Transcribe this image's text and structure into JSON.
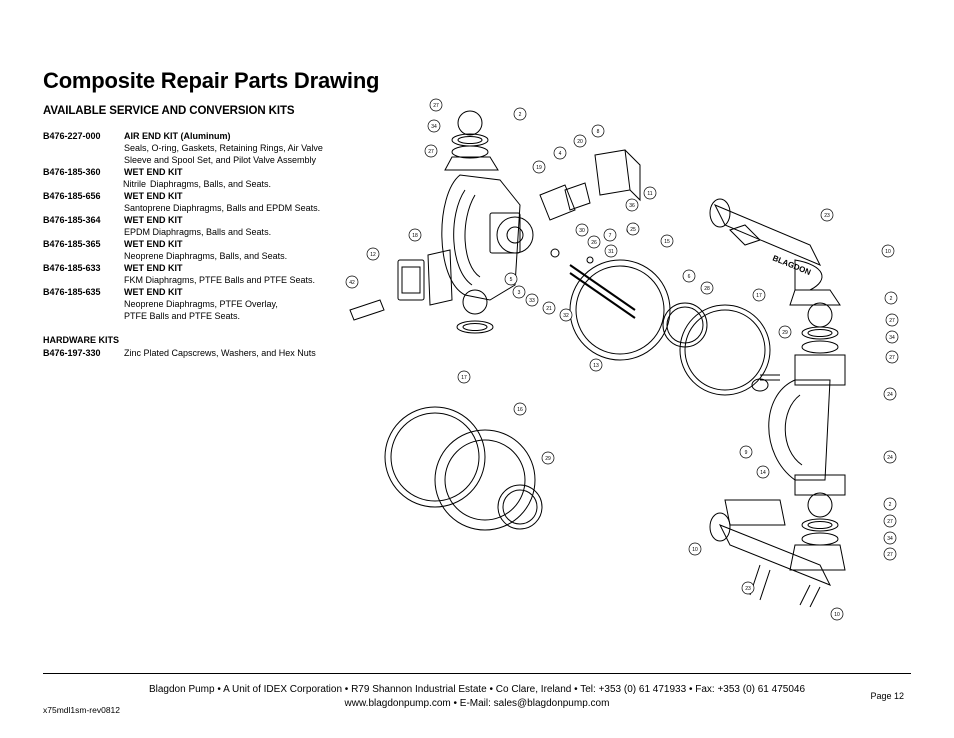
{
  "title": "Composite Repair Parts Drawing",
  "kits_heading": "AVAILABLE SERVICE AND CONVERSION KITS",
  "kits": [
    {
      "code": "B476-227-000",
      "name": "AIR END KIT (Aluminum)",
      "lines": [
        "Seals, O-ring, Gaskets, Retaining Rings, Air Valve",
        "Sleeve and Spool Set, and Pilot Valve Assembly"
      ]
    },
    {
      "code": "B476-185-360",
      "name": "WET END KIT",
      "prefix": "Nitrile",
      "lines": [
        "Diaphragms, Balls, and Seats."
      ]
    },
    {
      "code": "B476-185-656",
      "name": "WET END KIT",
      "lines": [
        "Santoprene Diaphragms, Balls and EPDM Seats."
      ]
    },
    {
      "code": "B476-185-364",
      "name": "WET END KIT",
      "lines": [
        "EPDM Diaphragms, Balls and Seats."
      ]
    },
    {
      "code": "B476-185-365",
      "name": "WET END KIT",
      "lines": [
        "Neoprene Diaphragms, Balls, and Seats."
      ]
    },
    {
      "code": "B476-185-633",
      "name": "WET END KIT",
      "lines": [
        "FKM  Diaphragms, PTFE Balls and PTFE Seats."
      ]
    },
    {
      "code": "B476-185-635",
      "name": "WET END KIT",
      "lines": [
        "Neoprene  Diaphragms,  PTFE  Overlay,",
        "PTFE Balls and PTFE Seats."
      ]
    }
  ],
  "hardware": {
    "heading": "HARDWARE  KITS",
    "code": "B476-197-330",
    "description": "Zinc  Plated  Capscrews,  Washers,  and  Hex  Nuts"
  },
  "callouts": [
    "27",
    "2",
    "34",
    "27",
    "20",
    "8",
    "4",
    "19",
    "11",
    "36",
    "18",
    "12",
    "42",
    "5",
    "3",
    "33",
    "21",
    "32",
    "30",
    "26",
    "31",
    "7",
    "25",
    "15",
    "13",
    "23",
    "10",
    "6",
    "28",
    "17",
    "29",
    "2",
    "27",
    "34",
    "27",
    "9",
    "24",
    "24",
    "14",
    "17",
    "16",
    "29",
    "2",
    "27",
    "34",
    "27",
    "10",
    "23",
    "10"
  ],
  "drawing_text": "BLAGDON",
  "footer": {
    "line1": "Blagdon Pump • A Unit of IDEX Corporation • R79 Shannon Industrial Estate • Co Clare, Ireland • Tel: +353 (0) 61 471933 • Fax: +353 (0) 61 475046",
    "line2": "www.blagdonpump.com • E-Mail: sales@blagdonpump.com",
    "page": "Page 12",
    "doc_code": "x75mdl1sm-rev0812"
  }
}
